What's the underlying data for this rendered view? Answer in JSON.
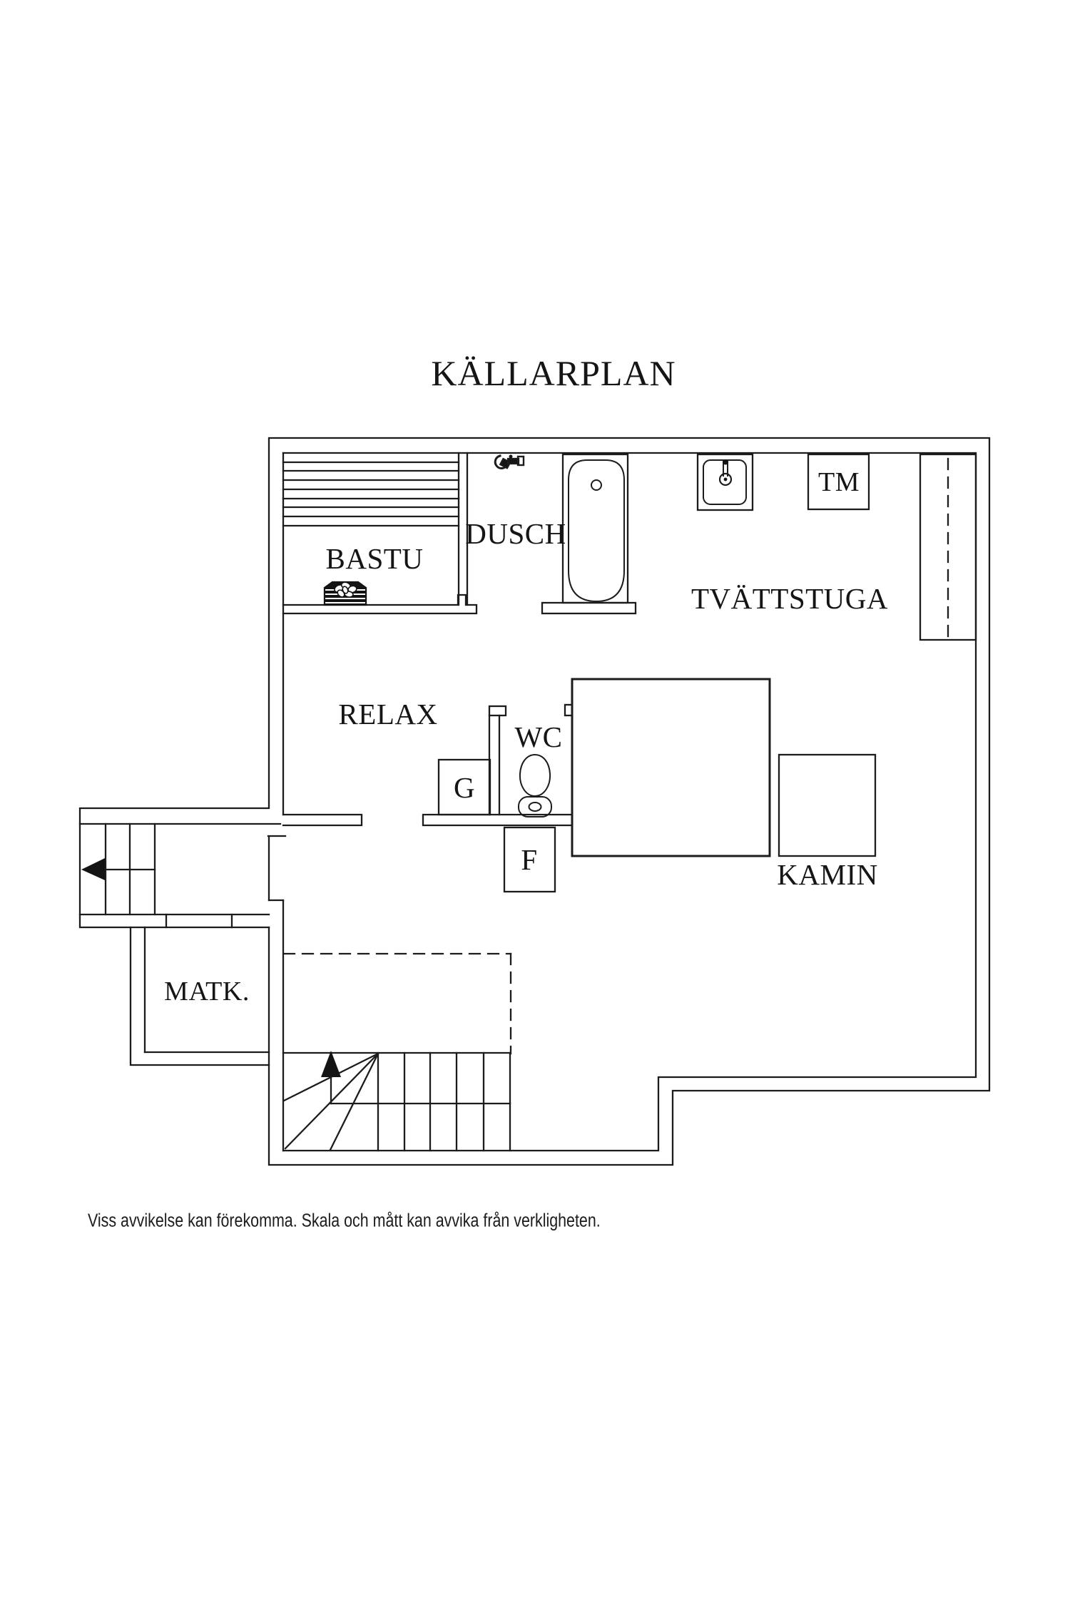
{
  "title": "KÄLLARPLAN",
  "rooms": {
    "bastu": "BASTU",
    "dusch": "DUSCH",
    "tvattstuga": "TVÄTTSTUGA",
    "relax": "RELAX",
    "wc": "WC",
    "matk": "MATK."
  },
  "fixtures": {
    "tm": "TM",
    "g": "G",
    "f": "F",
    "kamin": "KAMIN"
  },
  "icons": {
    "sauna_heater": "sauna-heater-icon",
    "shower_mixer": "shower-mixer-icon",
    "bathtub": "bathtub-icon",
    "sink": "sink-icon",
    "toilet": "toilet-icon",
    "stairs_up_arrow": "arrow-up-icon",
    "stairs_exit_arrow": "arrow-left-icon"
  },
  "footer": {
    "disclaimer": "Viss avvikelse kan förekomma. Skala och mått kan avvika från verkligheten."
  },
  "colors": {
    "line": "#1c1c1c",
    "background": "#ffffff"
  }
}
